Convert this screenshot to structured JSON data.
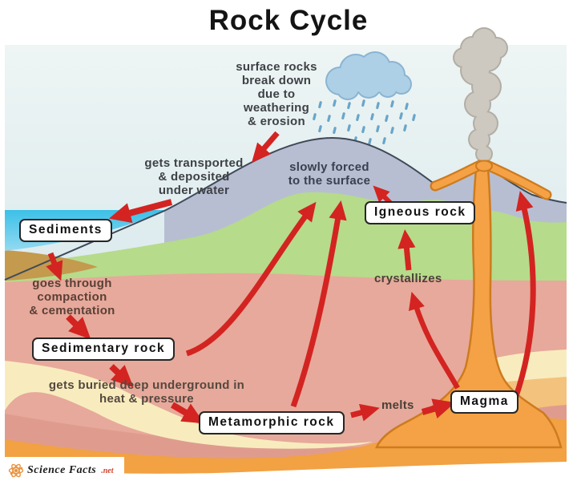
{
  "title": "Rock Cycle",
  "annotations": {
    "weathering": "surface rocks\nbreak down\ndue to\nweathering\n& erosion",
    "transported": "gets transported\n& deposited\nunder water",
    "slowly_forced": "slowly forced\nto the surface",
    "compaction": "goes through\ncompaction\n& cementation",
    "buried": "gets buried deep underground in\nheat & pressure",
    "melts": "melts",
    "crystallizes": "crystallizes"
  },
  "labels": {
    "sediments": "Sediments",
    "sedimentary_rock": "Sedimentary rock",
    "metamorphic_rock": "Metamorphic rock",
    "magma": "Magma",
    "igneous_rock": "Igneous rock"
  },
  "logo": {
    "brand": "Science Facts",
    "suffix": ".net"
  },
  "colors": {
    "arrow_red": "#d32421",
    "sky_top": "#eef5f4",
    "sky_bottom": "#cde2e9",
    "water_blue": "#41c1e7",
    "mountain_gray": "#b7bed2",
    "grass_green": "#b6db8b",
    "subsoil_salmon": "#e7a99b",
    "sand_cream": "#f8ecbe",
    "magma_orange": "#f2a143",
    "smoke_gray": "#cdc9c0",
    "cloud_blue": "#aed0e6"
  }
}
